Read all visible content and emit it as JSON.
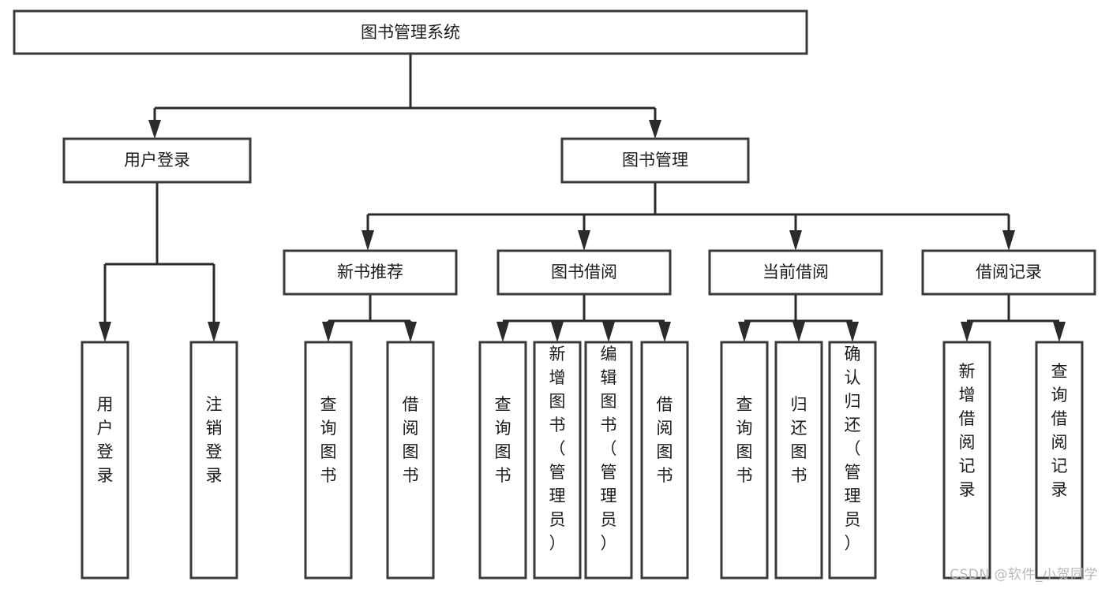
{
  "diagram": {
    "type": "tree",
    "title": "图书管理系统",
    "watermark": "CSDN @软件_小贺同学",
    "colors": {
      "background": "#ffffff",
      "box_stroke": "#3a3a3a",
      "connector": "#2b2b2b",
      "text": "#1b1b1b",
      "watermark": "#b9b9b9"
    },
    "root": {
      "label": "图书管理系统",
      "orientation": "horizontal"
    },
    "level2": [
      {
        "label": "用户登录",
        "orientation": "horizontal"
      },
      {
        "label": "图书管理",
        "orientation": "horizontal"
      }
    ],
    "level3": [
      {
        "label": "新书推荐",
        "orientation": "horizontal"
      },
      {
        "label": "图书借阅",
        "orientation": "horizontal"
      },
      {
        "label": "当前借阅",
        "orientation": "horizontal"
      },
      {
        "label": "借阅记录",
        "orientation": "horizontal"
      }
    ],
    "leaves": {
      "user_login": [
        {
          "label": "用户登录",
          "orientation": "vertical"
        },
        {
          "label": "注销登录",
          "orientation": "vertical"
        }
      ],
      "new_book_recommend": [
        {
          "label": "查询图书",
          "orientation": "vertical"
        },
        {
          "label": "借阅图书",
          "orientation": "vertical"
        }
      ],
      "book_borrow": [
        {
          "label": "查询图书",
          "orientation": "vertical"
        },
        {
          "label": "新增图书（管理员）",
          "orientation": "vertical"
        },
        {
          "label": "编辑图书（管理员）",
          "orientation": "vertical"
        },
        {
          "label": "借阅图书",
          "orientation": "vertical"
        }
      ],
      "current_borrow": [
        {
          "label": "查询图书",
          "orientation": "vertical"
        },
        {
          "label": "归还图书",
          "orientation": "vertical"
        },
        {
          "label": "确认归还（管理员）",
          "orientation": "vertical"
        }
      ],
      "borrow_record": [
        {
          "label": "新增借阅记录",
          "orientation": "vertical"
        },
        {
          "label": "查询借阅记录",
          "orientation": "vertical"
        }
      ]
    }
  }
}
